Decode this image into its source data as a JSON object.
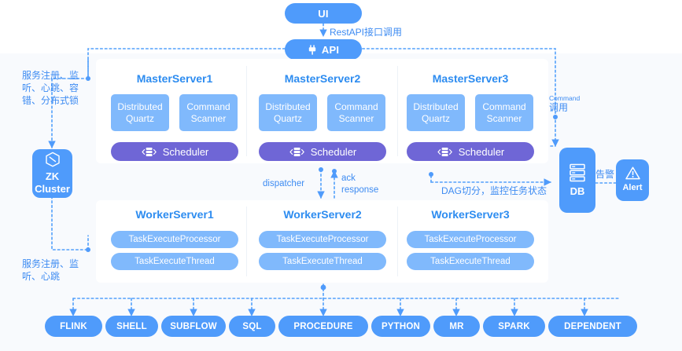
{
  "diagram": {
    "title_nodes": {
      "ui": "UI",
      "api": "API",
      "zk": {
        "line1": "ZK",
        "line2": "Cluster"
      },
      "db": "DB",
      "alert": "Alert"
    },
    "edge_labels": {
      "rest_api": "RestAPI接口调用",
      "zk_top": "服务注册、监听、心跳、容错、分布式锁",
      "zk_bottom": "服务注册、监听、心跳",
      "command_invoke_en": "Command",
      "command_invoke_cn": "调用",
      "dispatcher": "dispatcher",
      "ack": "ack",
      "response": "response",
      "dag": "DAG切分，监控任务状态",
      "alert_cn": "告警"
    },
    "master_servers": [
      {
        "title": "MasterServer1",
        "quartz": "Distributed Quartz",
        "scanner": "Command Scanner",
        "scheduler": "Scheduler"
      },
      {
        "title": "MasterServer2",
        "quartz": "Distributed Quartz",
        "scanner": "Command Scanner",
        "scheduler": "Scheduler"
      },
      {
        "title": "MasterServer3",
        "quartz": "Distributed Quartz",
        "scanner": "Command Scanner",
        "scheduler": "Scheduler"
      }
    ],
    "worker_servers": [
      {
        "title": "WorkerServer1",
        "processor": "TaskExecuteProcessor",
        "thread": "TaskExecuteThread"
      },
      {
        "title": "WorkerServer2",
        "processor": "TaskExecuteProcessor",
        "thread": "TaskExecuteThread"
      },
      {
        "title": "WorkerServer3",
        "processor": "TaskExecuteProcessor",
        "thread": "TaskExecuteThread"
      }
    ],
    "task_types": [
      "FLINK",
      "SHELL",
      "SUBFLOW",
      "SQL",
      "PROCEDURE",
      "PYTHON",
      "MR",
      "SPARK",
      "DEPENDENT"
    ],
    "colors": {
      "primary_blue": "#4f9bfb",
      "light_blue": "#80b9fc",
      "purple": "#6f66d6",
      "label_blue": "#3d8bf2",
      "band_bg": "#f8fafd",
      "card_bg": "#ffffff"
    }
  }
}
